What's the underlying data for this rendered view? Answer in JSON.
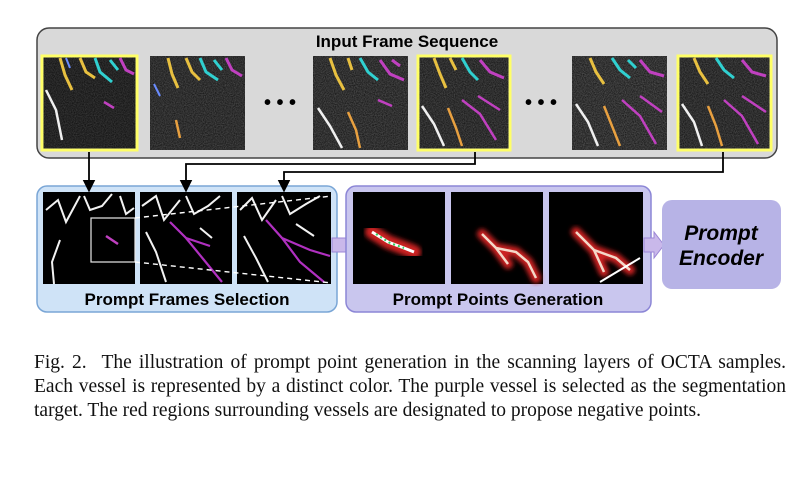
{
  "input_panel": {
    "title": "Input Frame Sequence",
    "ellipsis": "• • •"
  },
  "selection_panel": {
    "title": "Prompt Frames Selection"
  },
  "generation_panel": {
    "title": "Prompt Points Generation"
  },
  "encoder": {
    "label_line1": "Prompt",
    "label_line2": "Encoder"
  },
  "caption": {
    "fig_label": "Fig. 2.",
    "text": "The illustration of prompt point generation in the scanning layers of OCTA samples. Each vessel is represented by a distinct color. The purple vessel is selected as the segmentation target. The red regions surrounding vessels are designated to propose negative points."
  },
  "colors": {
    "panel_gray": "#d9d9d9",
    "panel_blue": "#cfe3f7",
    "panel_purple": "#c9c6ee",
    "encoder_fill": "#b7b3e6",
    "highlight_yellow": "#ffff66",
    "vessel_purple": "#c040c0",
    "negative_red": "#cc2020"
  }
}
